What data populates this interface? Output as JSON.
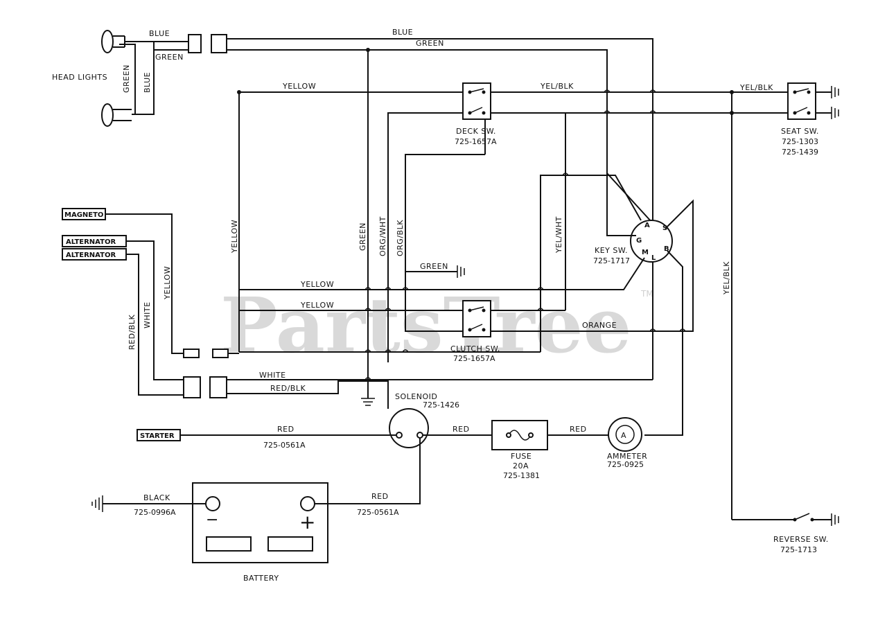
{
  "watermark": {
    "text": "PartsTree",
    "tm": "TM"
  },
  "components": {
    "head_lights": "HEAD LIGHTS",
    "magneto": "MAGNETO",
    "alternator_1": "ALTERNATOR",
    "alternator_2": "ALTERNATOR",
    "starter": "STARTER",
    "deck_switch": {
      "name": "DECK SW.",
      "part": "725-1657A"
    },
    "clutch_switch": {
      "name": "CLUTCH SW.",
      "part": "725-1657A"
    },
    "key_switch": {
      "name": "KEY SW.",
      "part": "725-1717",
      "terminals": [
        "A",
        "S",
        "G",
        "M",
        "L",
        "B"
      ]
    },
    "seat_switch": {
      "name": "SEAT SW.",
      "part1": "725-1303",
      "part2": "725-1439"
    },
    "reverse_switch": {
      "name": "REVERSE SW.",
      "part": "725-1713"
    },
    "solenoid": {
      "name": "SOLENOID",
      "part": "725-1426"
    },
    "fuse": {
      "name": "FUSE",
      "rating": "20A",
      "part": "725-1381"
    },
    "ammeter": {
      "name": "AMMETER",
      "part": "725-0925",
      "symbol": "A"
    },
    "battery": {
      "name": "BATTERY",
      "minus": "−",
      "plus": "+"
    }
  },
  "wires": {
    "blue_top_left": "BLUE",
    "green_top_left": "GREEN",
    "blue_top": "BLUE",
    "green_top": "GREEN",
    "green_headlight_v": "GREEN",
    "blue_headlight_v": "BLUE",
    "yellow_top": "YELLOW",
    "yel_blk_top": "YEL/BLK",
    "yel_blk_seat": "YEL/BLK",
    "yellow_v_left": "YELLOW",
    "green_v": "GREEN",
    "org_wht_v": "ORG/WHT",
    "org_blk_v": "ORG/BLK",
    "yel_wht_v": "YEL/WHT",
    "yel_blk_v_right": "YEL/BLK",
    "green_ground": "GREEN",
    "yellow_mid_1": "YELLOW",
    "yellow_mid_2": "YELLOW",
    "orange": "ORANGE",
    "yellow_v_alt": "YELLOW",
    "white_v": "WHITE",
    "red_blk_v": "RED/BLK",
    "white_h": "WHITE",
    "red_blk_h": "RED/BLK",
    "red_starter": "RED",
    "red_starter_part": "725-0561A",
    "red_solenoid_fuse": "RED",
    "red_fuse_ammeter": "RED",
    "black_battery": "BLACK",
    "black_battery_part": "725-0996A",
    "red_battery": "RED",
    "red_battery_part": "725-0561A"
  }
}
